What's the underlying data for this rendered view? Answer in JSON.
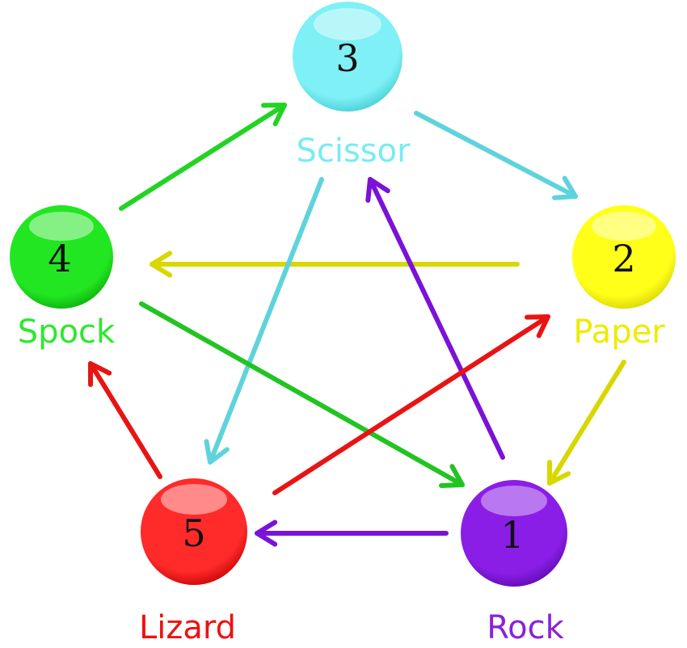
{
  "nodes": [
    {
      "id": "scissor",
      "number": "3",
      "label": "Scissor",
      "color": "#7ff0f5",
      "dark": "#3fc9d2",
      "text_color": "#77ecf2"
    },
    {
      "id": "paper",
      "number": "2",
      "label": "Paper",
      "color": "#ffff1a",
      "dark": "#d4cf00",
      "text_color": "#ecec00"
    },
    {
      "id": "spock",
      "number": "4",
      "label": "Spock",
      "color": "#22e622",
      "dark": "#0aa80a",
      "text_color": "#2ce82c"
    },
    {
      "id": "lizard",
      "number": "5",
      "label": "Lizard",
      "color": "#ff2a2a",
      "dark": "#c00000",
      "text_color": "#ee1111"
    },
    {
      "id": "rock",
      "number": "1",
      "label": "Rock",
      "color": "#8a1ee6",
      "dark": "#5a08a8",
      "text_color": "#8a22d8"
    }
  ],
  "arrows": [
    {
      "from": "spock",
      "to": "scissor",
      "color": "#22d422"
    },
    {
      "from": "scissor",
      "to": "paper",
      "color": "#5fd3dc"
    },
    {
      "from": "paper",
      "to": "spock",
      "color": "#d8d800"
    },
    {
      "from": "scissor",
      "to": "lizard",
      "color": "#5fd3dc"
    },
    {
      "from": "rock",
      "to": "scissor",
      "color": "#7a12d8"
    },
    {
      "from": "spock",
      "to": "rock",
      "color": "#22c422"
    },
    {
      "from": "lizard",
      "to": "paper",
      "color": "#e81414"
    },
    {
      "from": "paper",
      "to": "rock",
      "color": "#d8d800"
    },
    {
      "from": "lizard",
      "to": "spock",
      "color": "#e81414"
    },
    {
      "from": "rock",
      "to": "lizard",
      "color": "#7a12d8"
    }
  ]
}
